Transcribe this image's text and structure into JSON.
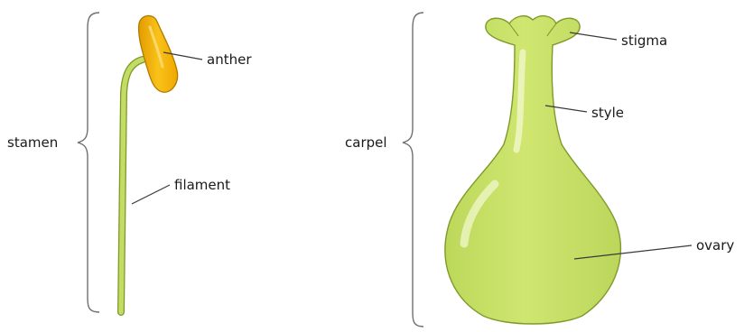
{
  "stamen": {
    "group_label": "stamen",
    "parts": {
      "anther": "anther",
      "filament": "filament"
    }
  },
  "carpel": {
    "group_label": "carpel",
    "parts": {
      "stigma": "stigma",
      "style": "style",
      "ovary": "ovary"
    }
  },
  "colors": {
    "anther": "#f5b500",
    "anther_outline": "#b07a00",
    "pistil_fill": "#c8e36a",
    "pistil_outline": "#7e9a2b",
    "filament": "#c3dc63",
    "brace": "#6f6f6f"
  }
}
